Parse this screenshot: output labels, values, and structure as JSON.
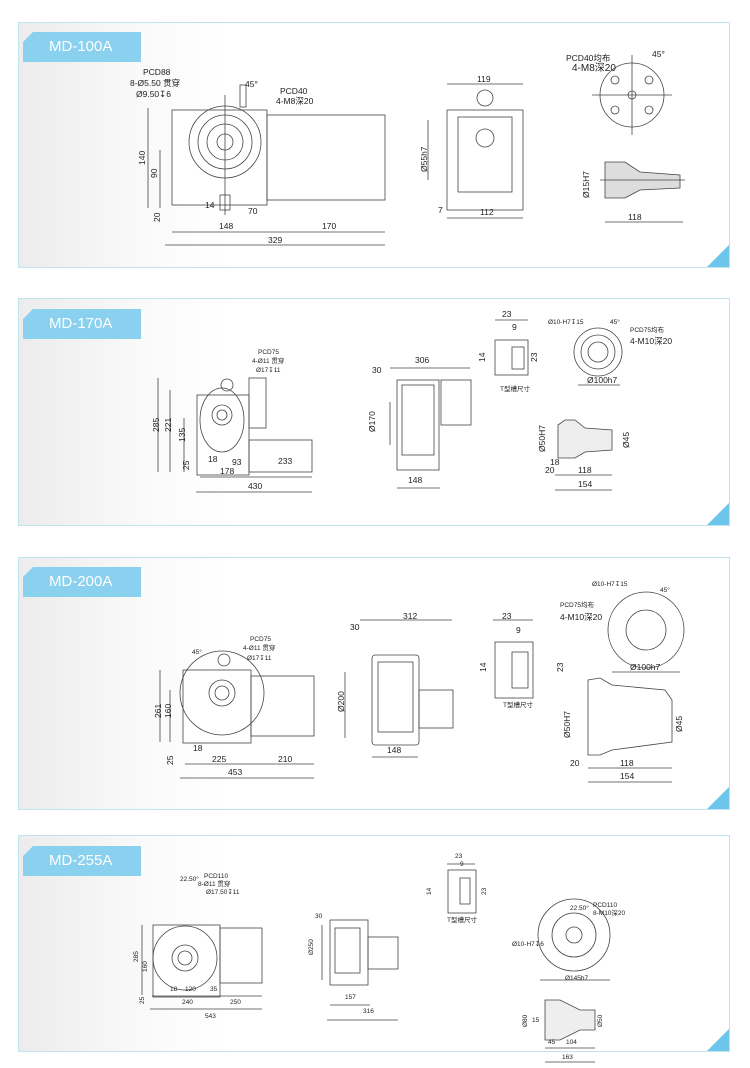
{
  "panels": [
    {
      "title": "MD-100A",
      "front": {
        "notes": [
          "PCD88",
          "8-Ø5.50 贯穿",
          "Ø9.50↧6",
          "45°",
          "PCD40",
          "4-M8深20"
        ],
        "dims": [
          "140",
          "90",
          "20",
          "14",
          "70",
          "148",
          "170",
          "329"
        ]
      },
      "side": {
        "dims": [
          "119",
          "Ø55h7",
          "7",
          "112"
        ]
      },
      "flange": {
        "notes": [
          "PCD40均布",
          "4-M8深20",
          "45°"
        ]
      },
      "shaft": {
        "dims": [
          "Ø15H7",
          "118"
        ]
      }
    },
    {
      "title": "MD-170A",
      "front": {
        "notes": [
          "PCD75",
          "4-Ø11 贯穿",
          "Ø17↧11"
        ],
        "dims": [
          "285",
          "221",
          "135",
          "25",
          "18",
          "93",
          "178",
          "233",
          "430"
        ]
      },
      "side": {
        "dims": [
          "306",
          "30",
          "Ø170",
          "148"
        ]
      },
      "tslot": {
        "dims": [
          "23",
          "9",
          "14",
          "23"
        ],
        "caption": "T型槽尺寸"
      },
      "flange": {
        "notes": [
          "Ø10-H7↧15",
          "45°",
          "PCD75均布",
          "4-M10深20",
          "Ø100h7"
        ]
      },
      "shaft": {
        "dims": [
          "Ø50H7",
          "Ø45",
          "18",
          "20",
          "118",
          "154"
        ]
      }
    },
    {
      "title": "MD-200A",
      "front": {
        "notes": [
          "PCD75",
          "4-Ø11 贯穿",
          "Ø17↧11",
          "45°"
        ],
        "dims": [
          "261",
          "160",
          "25",
          "18",
          "225",
          "210",
          "453"
        ]
      },
      "side": {
        "dims": [
          "312",
          "30",
          "Ø200",
          "148"
        ]
      },
      "tslot": {
        "dims": [
          "23",
          "9",
          "14",
          "23"
        ],
        "caption": "T型槽尺寸"
      },
      "flange": {
        "notes": [
          "Ø10-H7↧15",
          "45°",
          "PCD75均布",
          "4-M10深20",
          "Ø100h7"
        ]
      },
      "shaft": {
        "dims": [
          "Ø50H7",
          "Ø45",
          "20",
          "118",
          "154"
        ]
      }
    },
    {
      "title": "MD-255A",
      "front": {
        "notes": [
          "PCD110",
          "8-Ø11 贯穿",
          "Ø17.50↧11",
          "22.50°"
        ],
        "dims": [
          "285",
          "160",
          "25",
          "18",
          "120",
          "35",
          "240",
          "250",
          "543"
        ]
      },
      "side": {
        "dims": [
          "30",
          "Ø250",
          "157",
          "316"
        ]
      },
      "tslot": {
        "dims": [
          "23",
          "9",
          "14",
          "23"
        ],
        "caption": "T型槽尺寸"
      },
      "flange": {
        "notes": [
          "22.50°",
          "PCD110",
          "8-M10深20",
          "Ø10-H7↧6",
          "Ø145h7"
        ]
      },
      "shaft": {
        "dims": [
          "Ø80",
          "15",
          "Ø50",
          "45",
          "104",
          "163"
        ]
      }
    }
  ]
}
